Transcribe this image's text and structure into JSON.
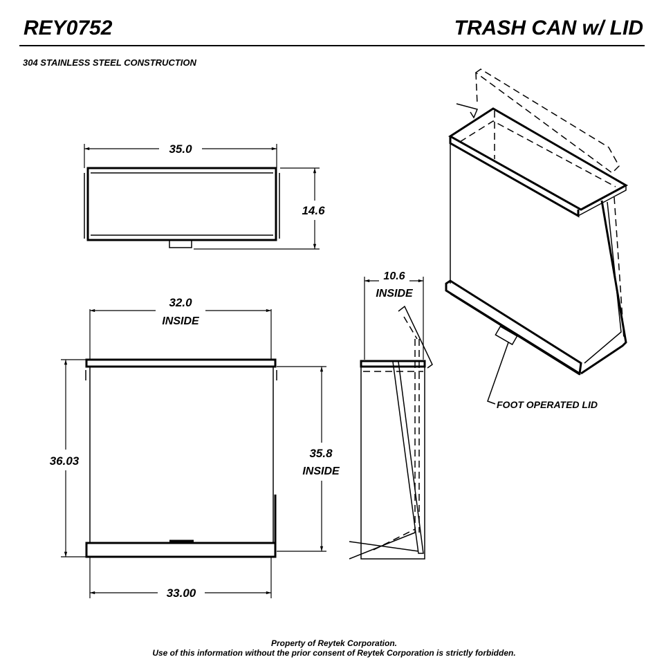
{
  "header": {
    "part_number": "REY0752",
    "title": "TRASH CAN w/ LID",
    "subtitle": "304 STAINLESS STEEL CONSTRUCTION"
  },
  "top_view": {
    "width": "35.0",
    "depth": "14.6"
  },
  "front_view": {
    "inside_width": "32.0",
    "inside_width_note": "INSIDE",
    "overall_height": "36.03",
    "inside_height": "35.8",
    "inside_height_note": "INSIDE",
    "base_width": "33.00"
  },
  "side_view": {
    "inside_depth": "10.6",
    "inside_depth_note": "INSIDE"
  },
  "iso_view": {
    "callout": "FOOT OPERATED LID"
  },
  "footer": {
    "line1": "Property of Reytek Corporation.",
    "line2": "Use of this information without the prior consent of Reytek Corporation is strictly forbidden."
  }
}
